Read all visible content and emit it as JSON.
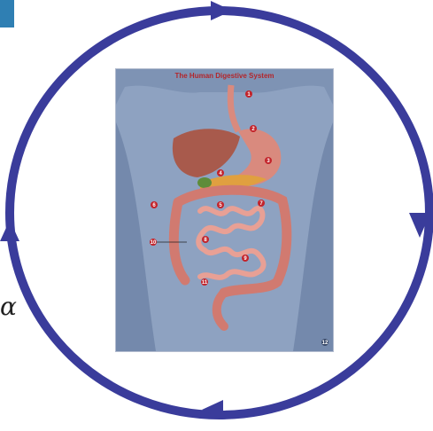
{
  "symbol": "α",
  "panel": {
    "title": "The Human Digestive System"
  },
  "markers": [
    {
      "id": "m1",
      "label": "1"
    },
    {
      "id": "m2",
      "label": "2"
    },
    {
      "id": "m3",
      "label": "3"
    },
    {
      "id": "m4",
      "label": "4"
    },
    {
      "id": "m5",
      "label": "5"
    },
    {
      "id": "m6",
      "label": "6"
    },
    {
      "id": "m7",
      "label": "7"
    },
    {
      "id": "m8",
      "label": "8"
    },
    {
      "id": "m9",
      "label": "9"
    },
    {
      "id": "m10",
      "label": "10"
    },
    {
      "id": "m11",
      "label": "11"
    },
    {
      "id": "m12",
      "label": "12"
    }
  ],
  "colors": {
    "cycle": "#3a3c9b",
    "corner": "#2f7fb3",
    "marker": "#c3232a",
    "body": "#7e93b4",
    "organ": "#d98a7e",
    "liver": "#a85a4c"
  }
}
